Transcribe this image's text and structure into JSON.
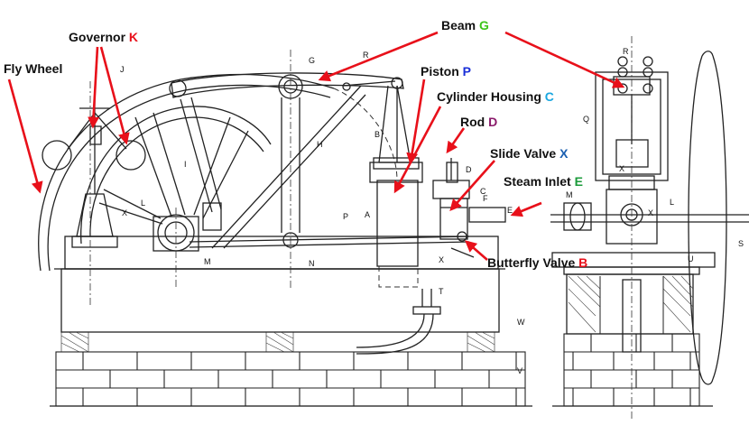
{
  "callouts": [
    {
      "key": "governor",
      "label": "Governor",
      "letter": "K",
      "letter_color": "#e8101a"
    },
    {
      "key": "flywheel",
      "label": "Fly Wheel",
      "letter": "",
      "letter_color": "#111111"
    },
    {
      "key": "beam",
      "label": "Beam",
      "letter": "G",
      "letter_color": "#3cc41a"
    },
    {
      "key": "piston",
      "label": "Piston",
      "letter": "P",
      "letter_color": "#1a2fd8"
    },
    {
      "key": "cylinder",
      "label": "Cylinder Housing",
      "letter": "C",
      "letter_color": "#1aa7e0"
    },
    {
      "key": "rod",
      "label": "Rod",
      "letter": "D",
      "letter_color": "#8a1a6a"
    },
    {
      "key": "slide",
      "label": "Slide Valve",
      "letter": "X",
      "letter_color": "#1a5fb0"
    },
    {
      "key": "steam",
      "label": "Steam Inlet",
      "letter": "E",
      "letter_color": "#1a9a3a"
    },
    {
      "key": "butterfly",
      "label": "Butterfly Valve",
      "letter": "B",
      "letter_color": "#e8101a"
    }
  ],
  "part_labels": [
    "J",
    "G",
    "R",
    "H",
    "B",
    "I",
    "L",
    "X",
    "M",
    "N",
    "P",
    "A",
    "D",
    "C",
    "F",
    "E",
    "X",
    "T",
    "W",
    "V",
    "R",
    "Q",
    "X",
    "M",
    "L",
    "X",
    "U",
    "S"
  ],
  "arrow_color": "#e8101a"
}
